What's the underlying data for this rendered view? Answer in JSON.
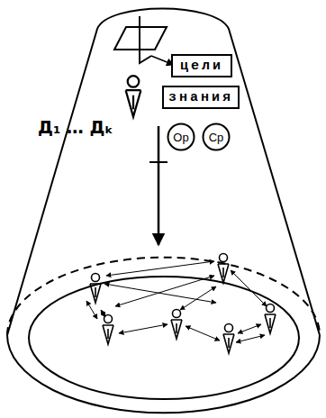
{
  "diagram": {
    "nodes": [
      {
        "text": [
          "цели"
        ]
      },
      {
        "text": [
          "знания"
        ]
      },
      {
        "text": [
          "Ор"
        ]
      },
      {
        "text": [
          "Ср"
        ]
      }
    ],
    "labels": [
      "Д₁ … Дₖ"
    ]
  }
}
